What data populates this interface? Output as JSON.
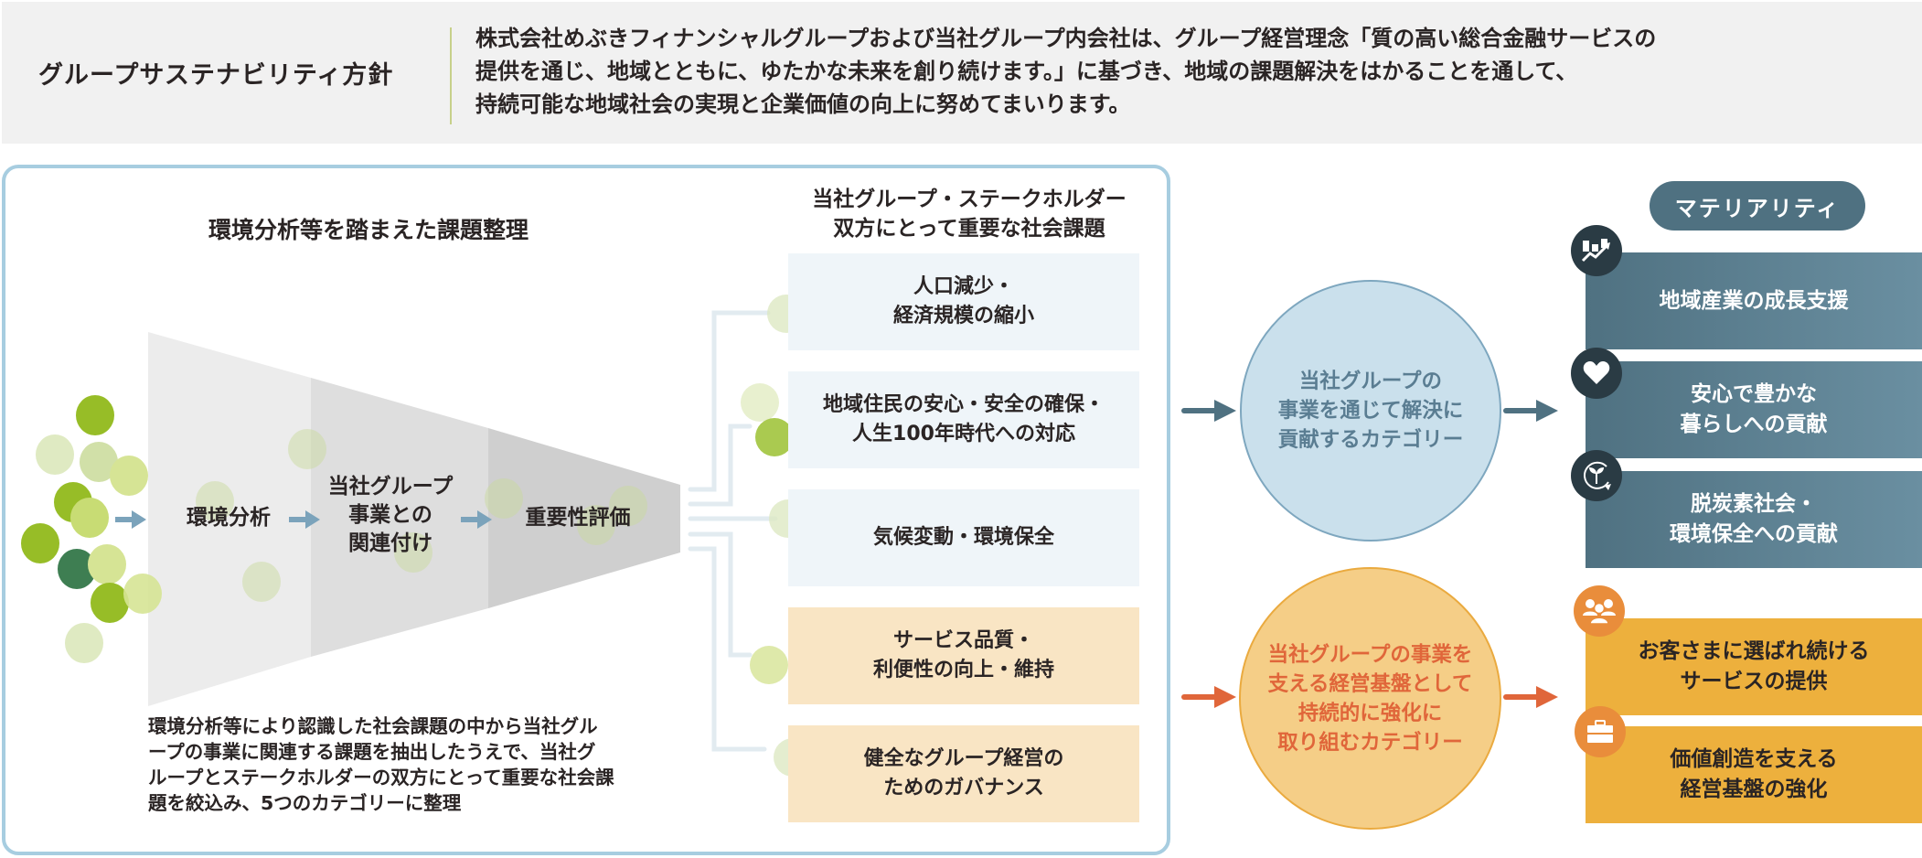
{
  "policy": {
    "title": "グループサステナビリティ方針",
    "lines": [
      "株式会社めぶきフィナンシャルグループおよび当社グループ内会社は、グループ経営理念「質の高い総合金融サービスの",
      "提供を通じ、地域とともに、ゆたかな未来を創り続けます。」に基づき、地域の課題解決をはかることを通して、",
      "持続可能な地域社会の実現と企業価値の向上に努めてまいります。"
    ]
  },
  "funnel": {
    "heading": "環境分析等を踏まえた課題整理",
    "steps": [
      {
        "label": "環境分析"
      },
      {
        "label_lines": [
          "当社グループ",
          "事業との",
          "関連付け"
        ]
      },
      {
        "label": "重要性評価"
      }
    ],
    "description_lines": [
      "環境分析等により認識した社会課題の中から当社グル",
      "ープの事業に関連する課題を抽出したうえで、当社グ",
      "ループとステークホルダーの双方にとって重要な社会課",
      "題を絞込み、5つのカテゴリーに整理"
    ]
  },
  "issues": {
    "heading_lines": [
      "当社グループ・ステークホルダー",
      "双方にとって重要な社会課題"
    ],
    "items": [
      {
        "lines": [
          "人口減少・",
          "経済規模の縮小"
        ],
        "group": "blue"
      },
      {
        "lines": [
          "地域住民の安心・安全の確保・",
          "人生100年時代への対応"
        ],
        "group": "blue"
      },
      {
        "lines": [
          "気候変動・環境保全"
        ],
        "group": "blue"
      },
      {
        "lines": [
          "サービス品質・",
          "利便性の向上・維持"
        ],
        "group": "orange"
      },
      {
        "lines": [
          "健全なグループ経営の",
          "ためのガバナンス"
        ],
        "group": "orange"
      }
    ]
  },
  "categories": {
    "blue": {
      "lines": [
        "当社グループの",
        "事業を通じて解決に",
        "貢献するカテゴリー"
      ]
    },
    "orange": {
      "lines": [
        "当社グループの事業を",
        "支える経営基盤として",
        "持続的に強化に",
        "取り組むカテゴリー"
      ]
    }
  },
  "materiality": {
    "title": "マテリアリティ",
    "items": [
      {
        "lines": [
          "地域産業の成長支援"
        ],
        "icon": "growth-chart-icon",
        "group": "blue"
      },
      {
        "lines": [
          "安心で豊かな",
          "暮らしへの貢献"
        ],
        "icon": "heart-icon",
        "group": "blue"
      },
      {
        "lines": [
          "脱炭素社会・",
          "環境保全への貢献"
        ],
        "icon": "sprout-cycle-icon",
        "group": "blue"
      },
      {
        "lines": [
          "お客さまに選ばれ続ける",
          "サービスの提供"
        ],
        "icon": "people-icon",
        "group": "orange"
      },
      {
        "lines": [
          "価値創造を支える",
          "経営基盤の強化"
        ],
        "icon": "briefcase-icon",
        "group": "orange"
      }
    ]
  },
  "colors": {
    "panel_border": "#a7cde0",
    "blue_arrow": "#4f7181",
    "orange_arrow": "#e0663a",
    "step_arrow": "#7ba3bb",
    "materiality_blue": "#4f7181",
    "materiality_yellow": "#edb03d",
    "icon_dark": "#2a3b44",
    "icon_orange": "#e98d3b"
  }
}
